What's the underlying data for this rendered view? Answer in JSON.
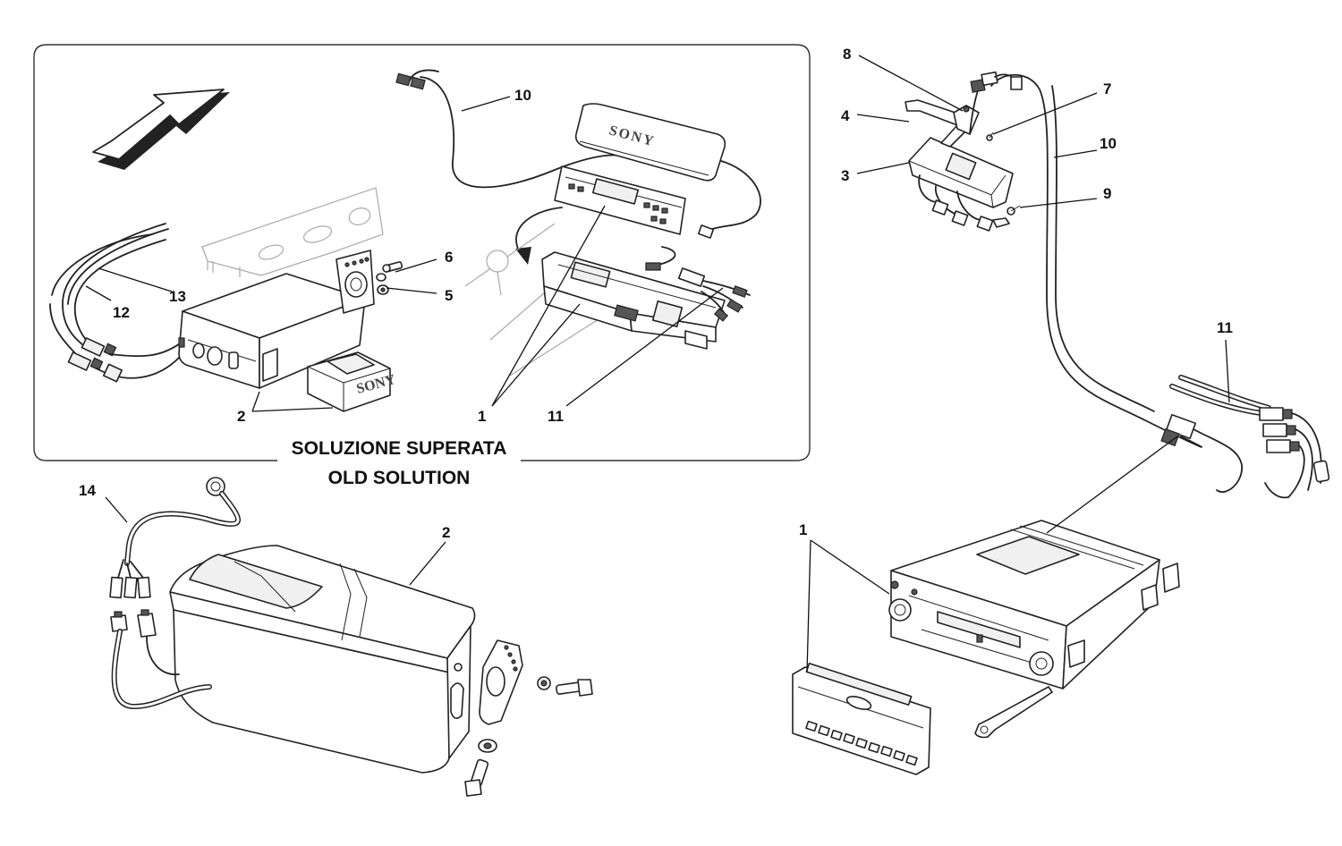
{
  "caption": {
    "line1": "SOLUZIONE SUPERATA",
    "line2": "OLD SOLUTION"
  },
  "brand_text": "SONY",
  "labels": {
    "old_1": "1",
    "old_2": "2",
    "old_5": "5",
    "old_6": "6",
    "old_10": "10",
    "old_11": "11",
    "old_12": "12",
    "old_13": "13",
    "new_1": "1",
    "new_2": "2",
    "new_3": "3",
    "new_4": "4",
    "new_7": "7",
    "new_8": "8",
    "new_9": "9",
    "new_10": "10",
    "new_11": "11",
    "new_14": "14"
  }
}
